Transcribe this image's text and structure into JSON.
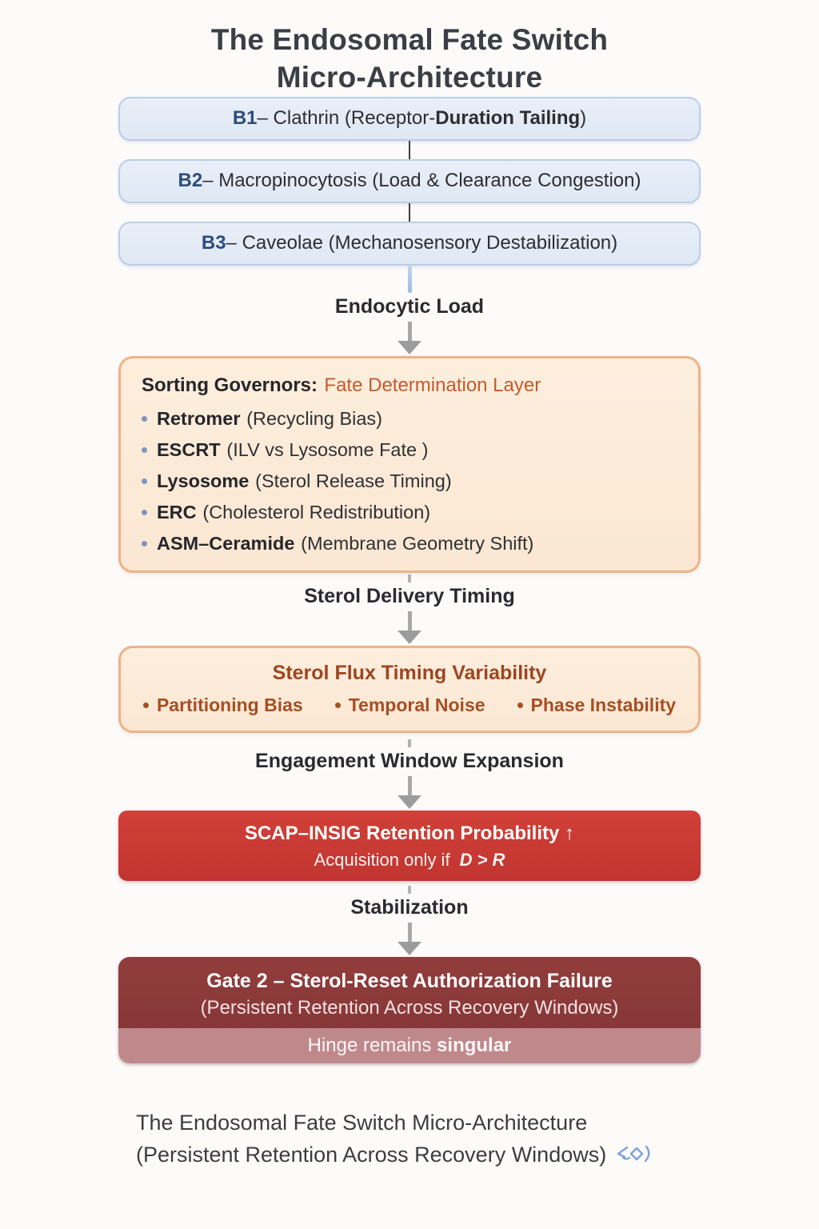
{
  "page": {
    "title_line1": "The Endosomal Fate Switch",
    "title_line2": "Micro-Architecture"
  },
  "entry_boxes": [
    {
      "label": "B1",
      "pre": " – Clathrin (Receptor-",
      "bold": "Duration Tailing",
      "post": ")"
    },
    {
      "label": "B2",
      "pre": " – Macropinocytosis (Load & Clearance Congestion)",
      "bold": "",
      "post": ""
    },
    {
      "label": "B3",
      "pre": " – Caveolae (Mechanosensory Destabilization)",
      "bold": "",
      "post": ""
    }
  ],
  "flow_labels": {
    "endocytic": "Endocytic Load",
    "sterol_delivery": "Sterol Delivery Timing",
    "engagement": "Engagement Window Expansion",
    "stabilization": "Stabilization"
  },
  "sorting_box": {
    "header_bold": "Sorting Governors:",
    "header_accent": "Fate Determination Layer",
    "items": [
      {
        "term": "Retromer",
        "desc": "(Recycling Bias)"
      },
      {
        "term": "ESCRT",
        "desc": "(ILV vs Lysosome Fate )"
      },
      {
        "term": "Lysosome",
        "desc": "(Sterol Release Timing)"
      },
      {
        "term": "ERC",
        "desc": "(Cholesterol Redistribution)"
      },
      {
        "term": "ASM–Ceramide",
        "desc": "(Membrane Geometry Shift)"
      }
    ]
  },
  "flux_box": {
    "title": "Sterol Flux Timing Variability",
    "bullets": [
      "Partitioning Bias",
      "Temporal Noise",
      "Phase Instability"
    ]
  },
  "red_box": {
    "line1": "SCAP–INSIG Retention Probability ↑",
    "line2_prefix": "Acquisition only if",
    "condition": "D > R"
  },
  "gate_box": {
    "line1": "Gate 2 – Sterol-Reset Authorization Failure",
    "line2": "(Persistent Retention Across Recovery Windows)",
    "footer_prefix": "Hinge remains",
    "footer_bold": "singular"
  },
  "caption": {
    "line1": "The Endosomal Fate Switch Micro-Architecture",
    "line2": "(Persistent Retention Across Recovery Windows)"
  },
  "colors": {
    "entry_fill": "#e4ebf6",
    "entry_border": "#bccde8",
    "entry_label_navy": "#2c4d7d",
    "peach_fill": "#fcead8",
    "peach_border": "#eeb289",
    "orange_accent": "#c65a2b",
    "rust": "#a64f24",
    "red_fill": "#cb3a32",
    "maroon_fill": "#8d3a3a",
    "rose_band": "#bf898c",
    "arrow_gray": "#a0a0a0"
  }
}
